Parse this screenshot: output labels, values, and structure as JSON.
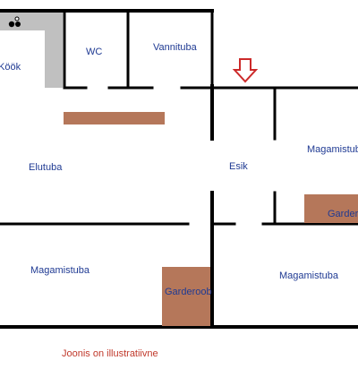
{
  "rooms": {
    "kitchen": "Köök",
    "wc": "WC",
    "bathroom": "Vannituba",
    "living_room": "Elutuba",
    "hall": "Esik",
    "bedroom_right": "Magamistuba",
    "bedroom_left": "Magamistuba",
    "bedroom_center": "Magamistuba"
  },
  "wardrobes": {
    "center": "Garderoob",
    "right": "Garderoob"
  },
  "caption": "Joonis on illustratiivne",
  "colors": {
    "wall": "#000000",
    "label": "#1f3a93",
    "caption": "#c0392b",
    "furniture": "#b5775a",
    "counter": "#c0c0c0",
    "arrow": "#cc2a2a"
  },
  "icons": {
    "entrance": "entrance-arrow-icon",
    "stove": "stove-icon"
  }
}
